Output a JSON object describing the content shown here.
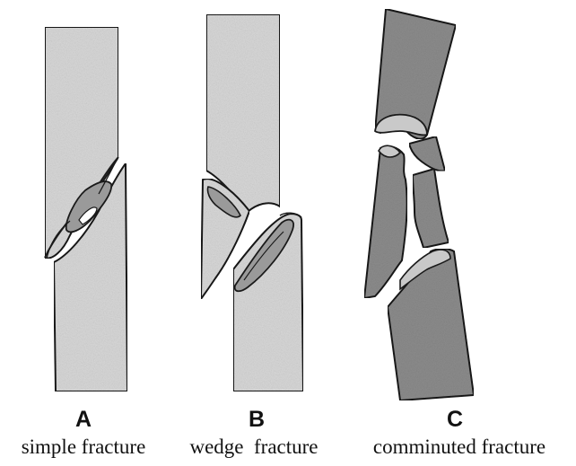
{
  "panels": [
    {
      "letter": "A",
      "caption": "simple fracture"
    },
    {
      "letter": "B",
      "caption": "wedge  fracture"
    },
    {
      "letter": "C",
      "caption": "comminuted fracture"
    }
  ],
  "colors": {
    "bone_light": "#d6d6d6",
    "bone_dark": "#8a8a8a",
    "fragment_fill": "#b9b9b9",
    "outline": "#1a1a1a"
  }
}
